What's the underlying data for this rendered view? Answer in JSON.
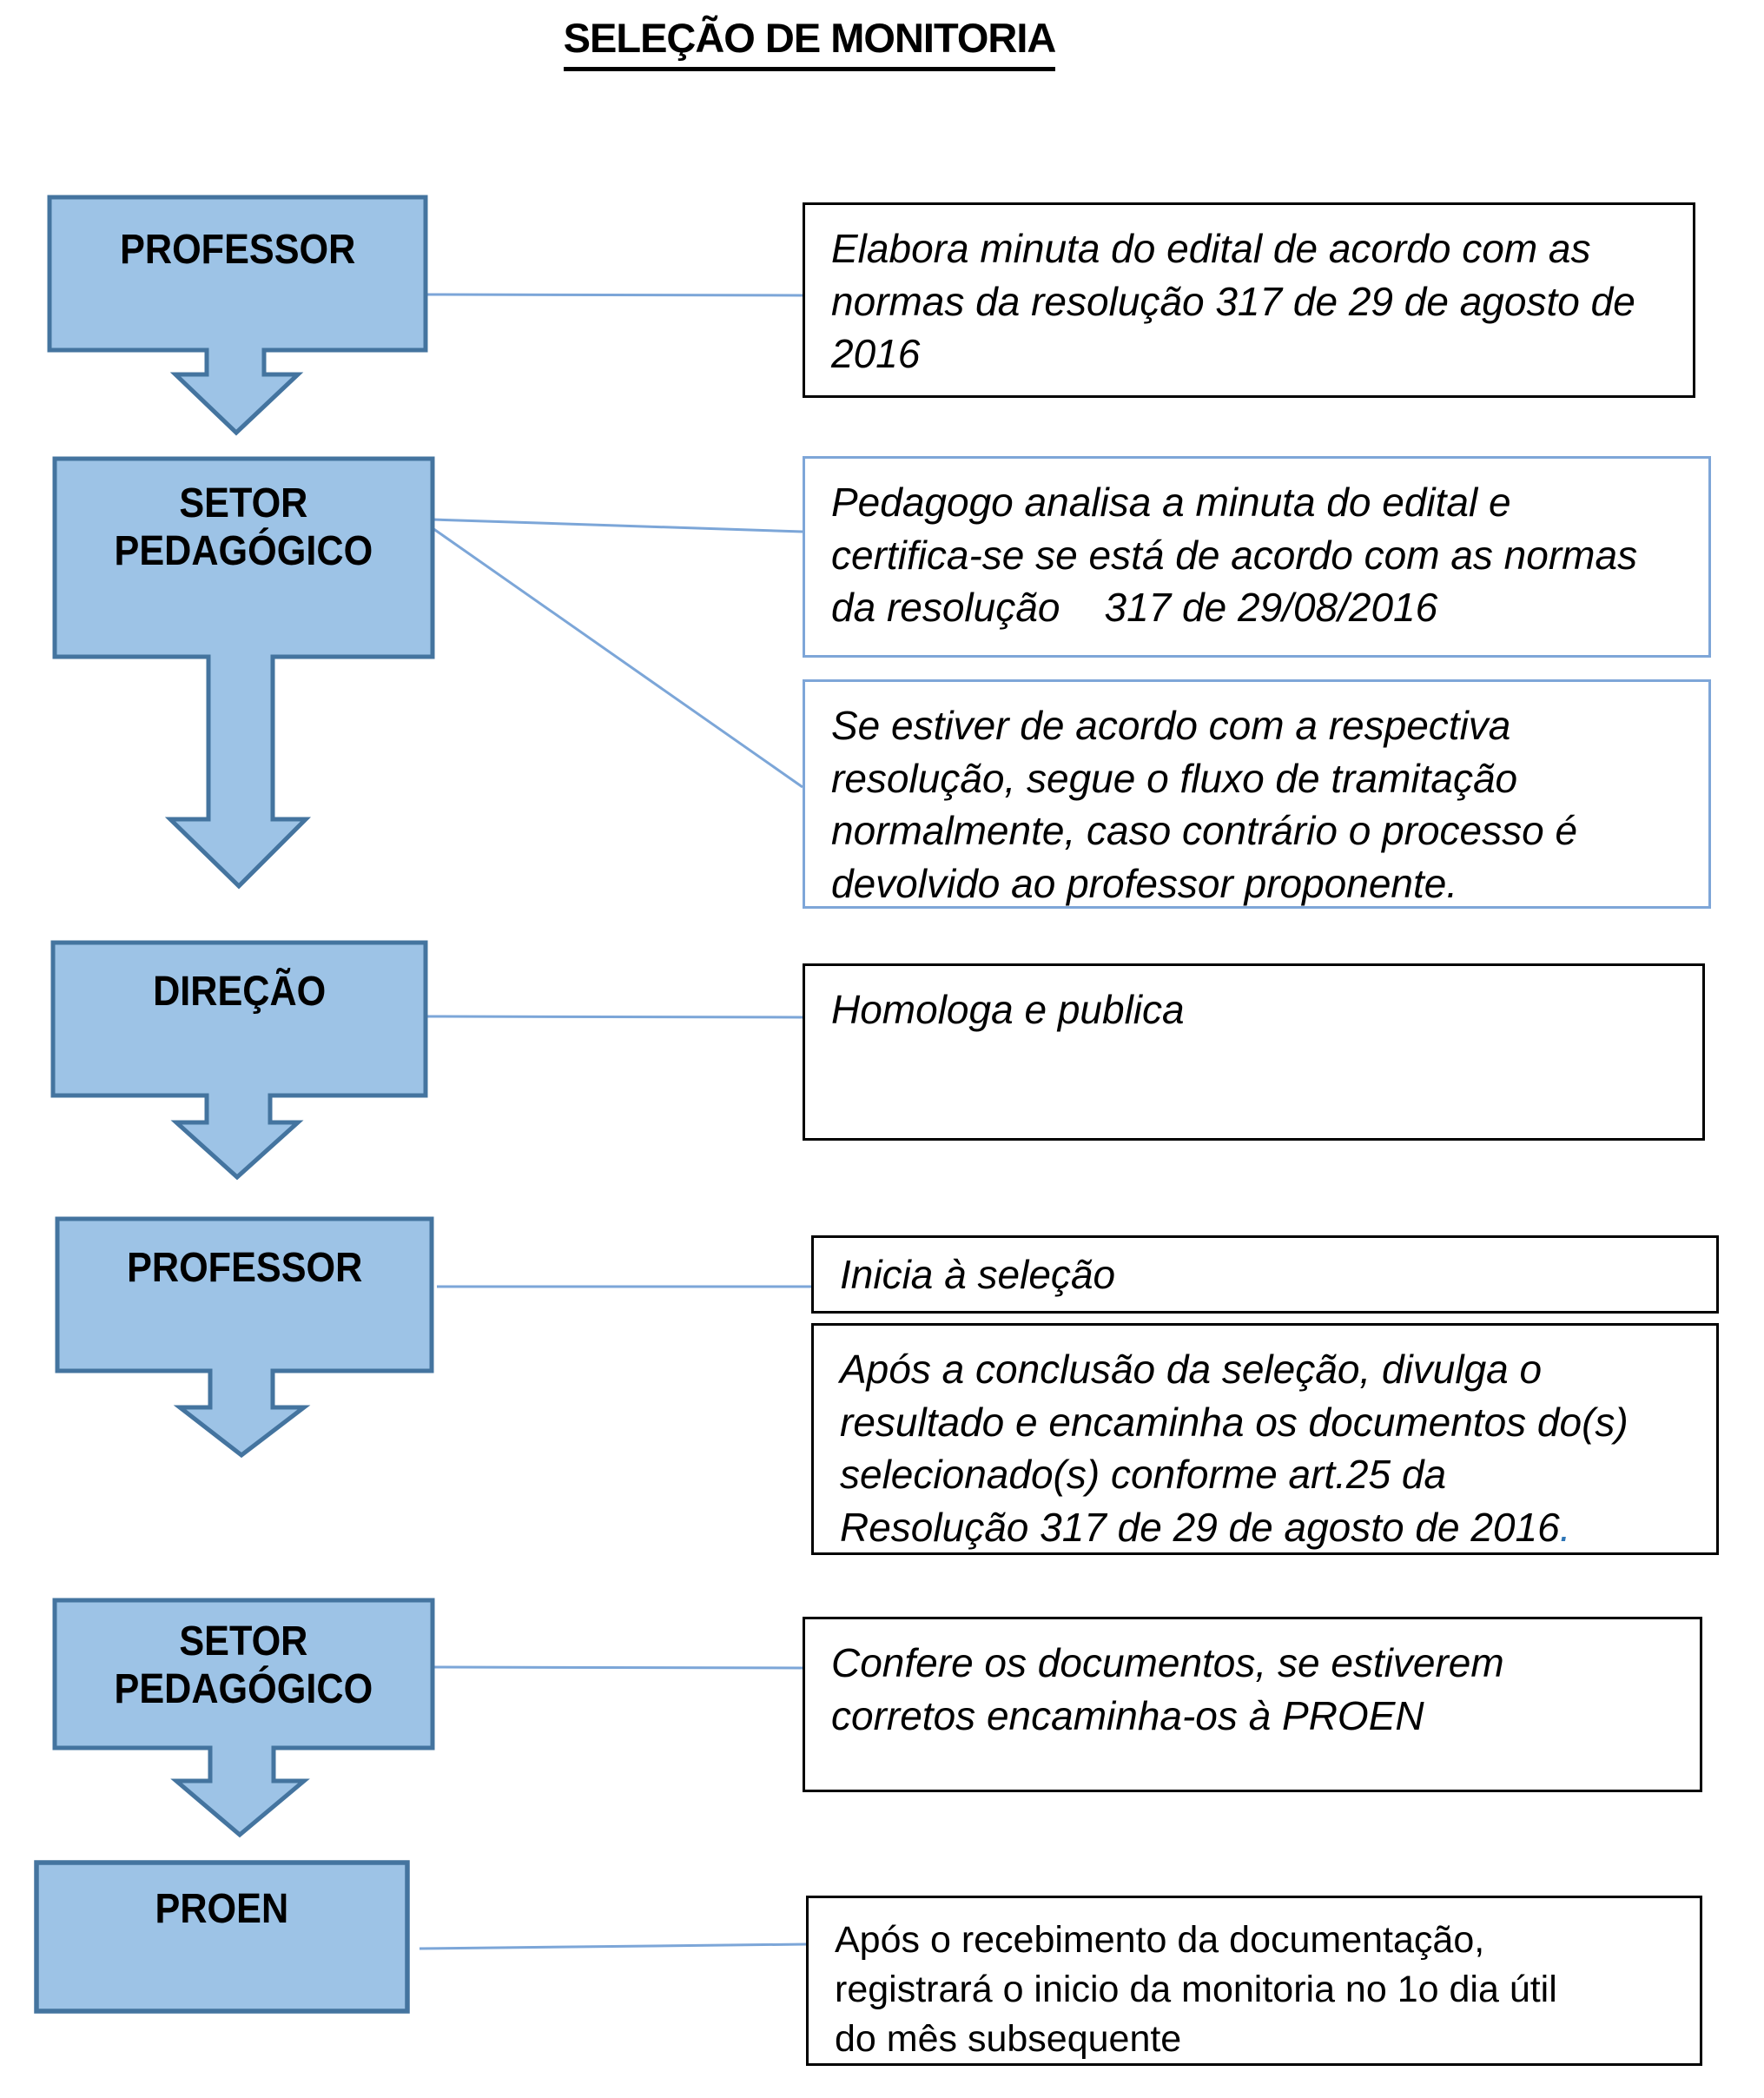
{
  "title": "SELEÇÃO DE MONITORIA",
  "colors": {
    "shape_fill": "#9DC3E6",
    "shape_border": "#44749F",
    "connector": "#7CA6D8",
    "note_border_black": "#000000",
    "note_border_blue": "#7EA6D8",
    "accent_period": "#2E75B6"
  },
  "nodes": [
    {
      "label": "PROFESSOR"
    },
    {
      "label": "SETOR\nPEDAGÓGICO"
    },
    {
      "label": "DIREÇÃO"
    },
    {
      "label": "PROFESSOR"
    },
    {
      "label": "SETOR\nPEDAGÓGICO"
    },
    {
      "label": "PROEN"
    }
  ],
  "notes": [
    {
      "text": "Elabora minuta do edital de acordo com as\nnormas da resolução 317 de 29 de agosto de\n2016"
    },
    {
      "text": "Pedagogo analisa a minuta do edital e\ncertifica-se se está de acordo com as normas\nda resolução    317 de 29/08/2016"
    },
    {
      "text": "Se estiver de acordo com a respectiva\nresolução, segue o fluxo de tramitação\nnormalmente, caso contrário o processo é\ndevolvido ao professor proponente."
    },
    {
      "text": "Homologa e publica"
    },
    {
      "text": "Inicia à seleção"
    },
    {
      "text": "Após a conclusão da seleção, divulga o\nresultado e encaminha os documentos do(s)\nselecionado(s) conforme art.25 da\nResolução 317 de 29 de agosto de 2016",
      "suffix": "."
    },
    {
      "text": "Confere os documentos, se estiverem\ncorretos encaminha-os à PROEN"
    },
    {
      "text": "Após o recebimento da documentação,\nregistrará o inicio da monitoria no 1o dia útil\ndo mês subsequente"
    }
  ]
}
